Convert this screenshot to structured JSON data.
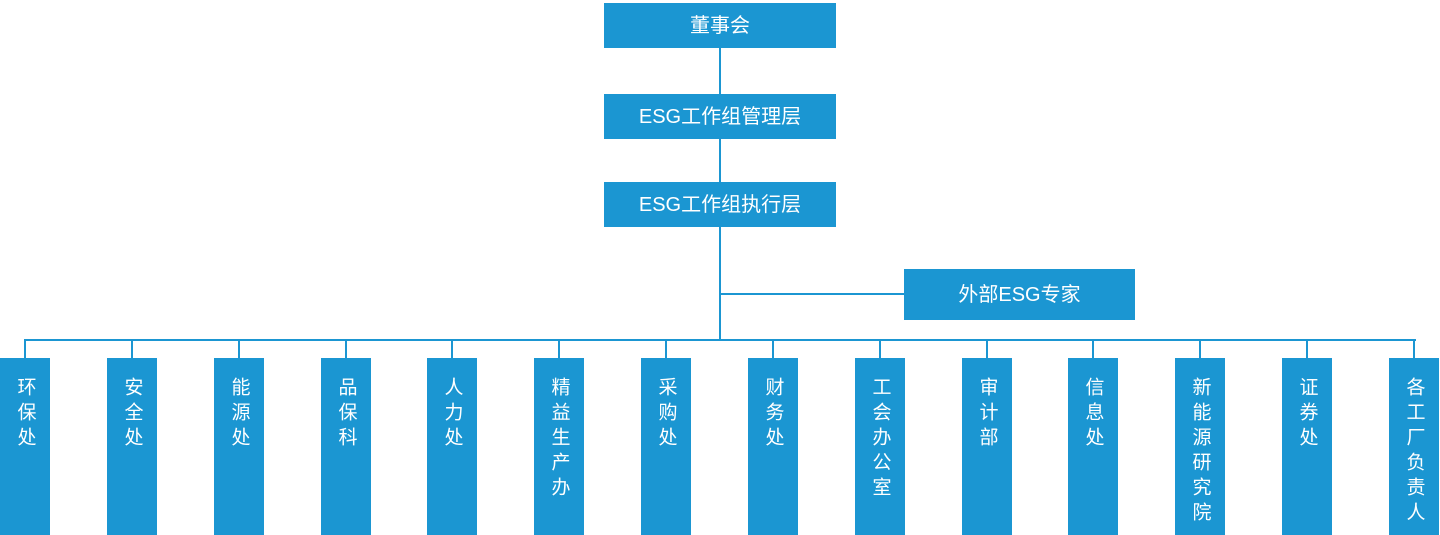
{
  "org_chart": {
    "type": "organization-chart",
    "nodes": {
      "board": "董事会",
      "management": "ESG工作组管理层",
      "execution": "ESG工作组执行层",
      "external_expert": "外部ESG专家"
    },
    "hierarchy_note": "board > management > execution > (external_expert side branch) > departments",
    "departments": [
      {
        "label": "环保处"
      },
      {
        "label": "安全处"
      },
      {
        "label": "能源处"
      },
      {
        "label": "品保科"
      },
      {
        "label": "人力处"
      },
      {
        "label": "精益生产办"
      },
      {
        "label": "采购处"
      },
      {
        "label": "财务处"
      },
      {
        "label": "工会办公室"
      },
      {
        "label": "审计部"
      },
      {
        "label": "信息处"
      },
      {
        "label": "新能源研究院"
      },
      {
        "label": "证券处"
      },
      {
        "label": "各工厂负责人"
      }
    ],
    "colors": {
      "box_fill": "#1B96D2",
      "box_text": "#FFFFFF",
      "connector": "#1B96D2",
      "background": "#FFFFFF"
    }
  }
}
